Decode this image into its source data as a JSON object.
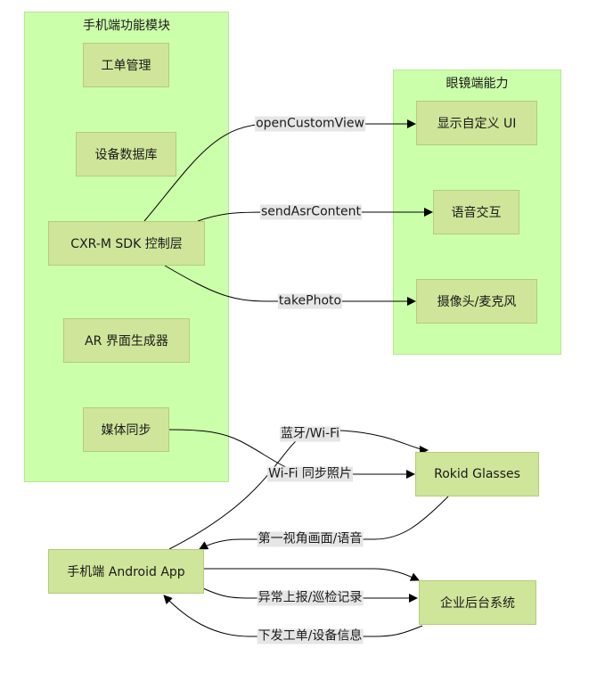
{
  "groups": {
    "phone": "手机端功能模块",
    "glasses": "眼镜端能力"
  },
  "nodes": {
    "work_order": "工单管理",
    "device_db": "设备数据库",
    "sdk": "CXR-M SDK 控制层",
    "ar_ui": "AR 界面生成器",
    "media_sync": "媒体同步",
    "custom_ui": "显示自定义 UI",
    "voice": "语音交互",
    "camera": "摄像头/麦克风",
    "rokid": "Rokid Glasses",
    "android_app": "手机端 Android App",
    "backend": "企业后台系统"
  },
  "edges": {
    "open_custom_view": "openCustomView",
    "send_asr": "sendAsrContent",
    "take_photo": "takePhoto",
    "bt_wifi": "蓝牙/Wi-Fi",
    "wifi_sync": "Wi-Fi 同步照片",
    "first_view": "第一视角画面/语音",
    "report": "异常上报/巡检记录",
    "dispatch": "下发工单/设备信息"
  }
}
